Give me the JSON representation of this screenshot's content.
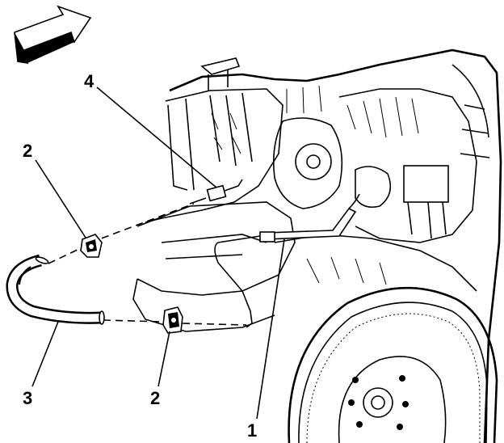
{
  "diagram": {
    "callouts": [
      {
        "id": "c1",
        "label": "1"
      },
      {
        "id": "c2a",
        "label": "2"
      },
      {
        "id": "c2b",
        "label": "2"
      },
      {
        "id": "c3",
        "label": "3"
      },
      {
        "id": "c4",
        "label": "4"
      }
    ],
    "icons": {
      "direction": "forward-arrow-icon"
    },
    "colors": {
      "line": "#000000",
      "background": "#ffffff"
    }
  }
}
